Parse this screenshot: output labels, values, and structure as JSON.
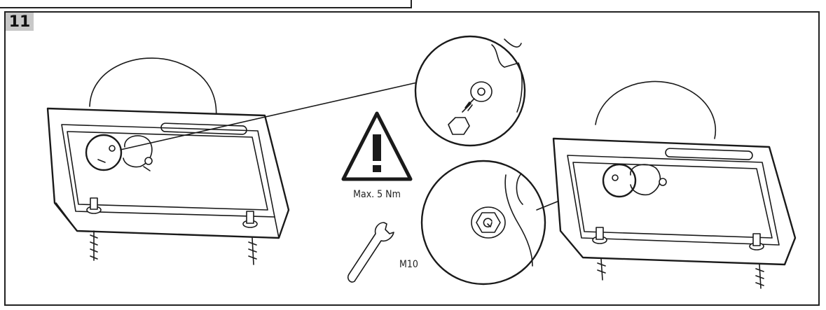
{
  "step": {
    "number": "11"
  },
  "warning": {
    "icon": "warning-triangle-icon",
    "torque_label": "Max. 5 Nm"
  },
  "tool": {
    "icon": "wrench-icon",
    "size_label": "M10"
  },
  "colors": {
    "line": "#1a1a1a",
    "badge_bg": "#c8c8c8",
    "background": "#ffffff"
  }
}
